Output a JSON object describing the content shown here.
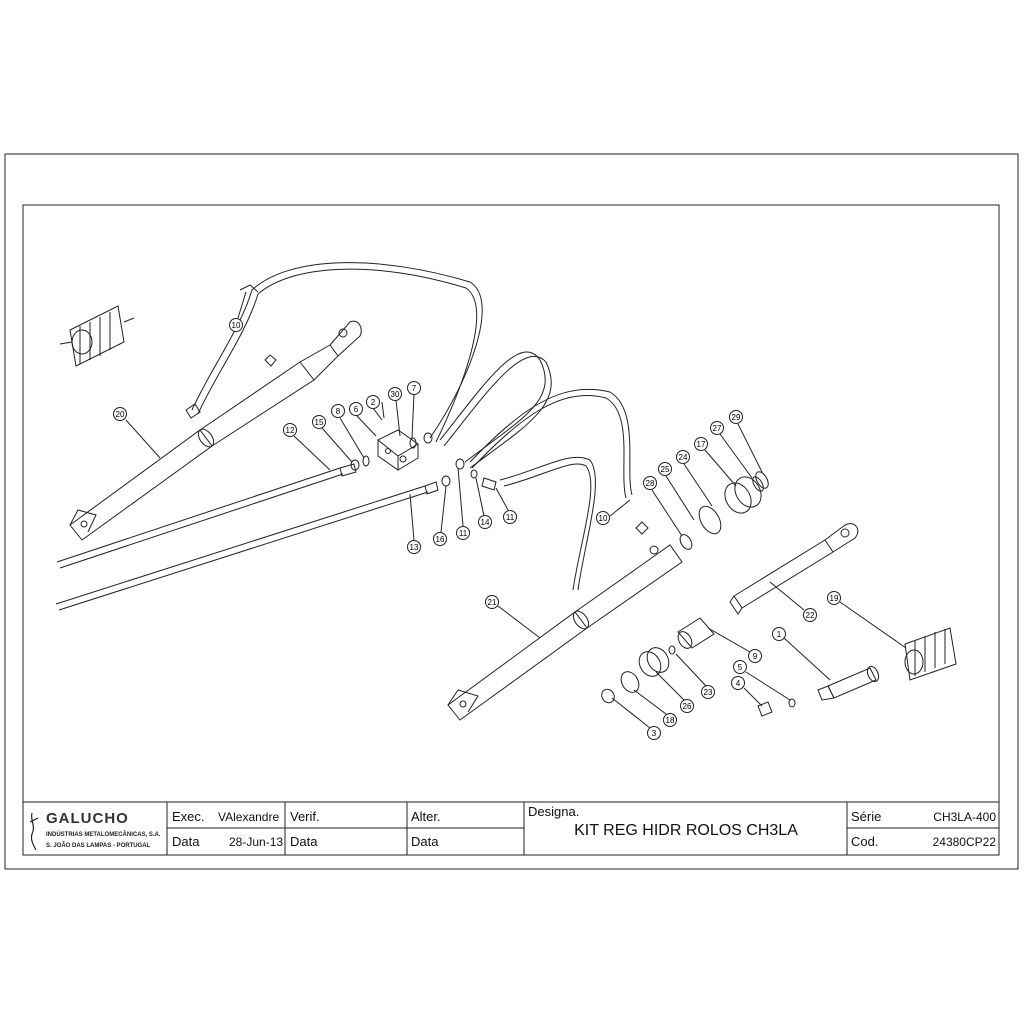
{
  "callouts": [
    "1",
    "2",
    "3",
    "4",
    "5",
    "6",
    "7",
    "8",
    "9",
    "10",
    "10",
    "11",
    "11",
    "12",
    "13",
    "14",
    "15",
    "16",
    "17",
    "18",
    "19",
    "20",
    "21",
    "22",
    "23",
    "24",
    "25",
    "26",
    "27",
    "28",
    "29",
    "30"
  ],
  "title_block": {
    "logo": {
      "name": "GALUCHO",
      "line1": "INDÚSTRIAS METALOMECÂNICAS, S.A.",
      "line2": "S. JOÃO DAS LAMPAS - PORTUGAL"
    },
    "exec_label": "Exec.",
    "exec_value": "VAlexandre",
    "data_label_1": "Data",
    "data_value_1": "28-Jun-13",
    "verif_label": "Verif.",
    "data_label_2": "Data",
    "alter_label": "Alter.",
    "data_label_3": "Data",
    "designa_label": "Designa.",
    "title": "KIT REG HIDR ROLOS CH3LA",
    "serie_label": "Série",
    "serie_value": "CH3LA-400",
    "cod_label": "Cod.",
    "cod_value": "24380CP22"
  }
}
